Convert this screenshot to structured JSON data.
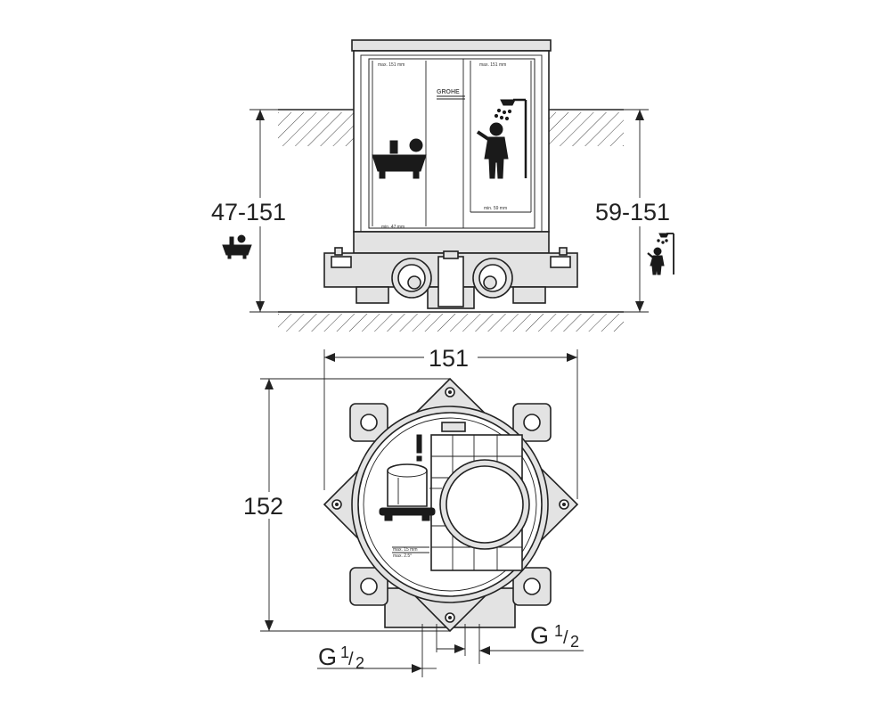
{
  "dimensions": {
    "bath_range": "47-151",
    "shower_range": "59-151",
    "width": "151",
    "height": "152",
    "thread_left_main": "G",
    "thread_left_num": "1",
    "thread_left_den": "2",
    "thread_right_main": "G",
    "thread_right_num": "1",
    "thread_right_den": "2"
  },
  "label_panel": {
    "logo": "GROHE",
    "bath_max": "max. 151 mm",
    "bath_min": "min. 47 mm",
    "shower_max": "max. 151 mm",
    "shower_min": "min. 59 mm"
  },
  "top_view_labels": {
    "max_depth": "max. 15 mm",
    "max_angle": "max. 2.5°"
  },
  "icons": [
    "bathtub-icon",
    "shower-person-icon",
    "warning-icon",
    "cartridge-icon"
  ]
}
